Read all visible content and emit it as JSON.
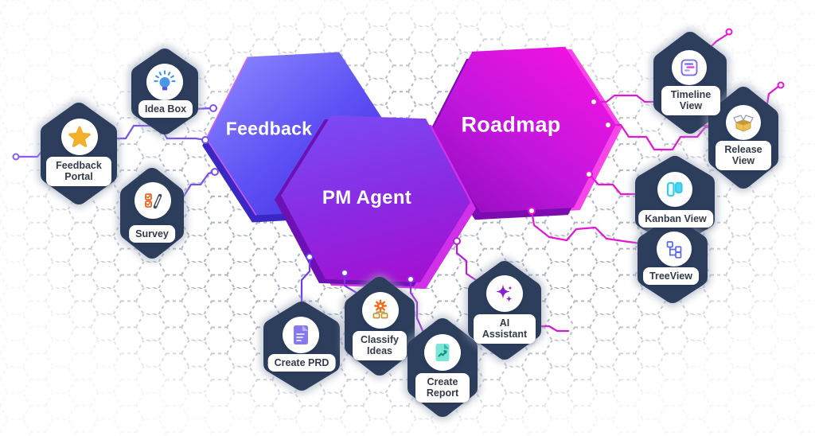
{
  "diagram": {
    "hexagons": [
      {
        "label": "Feedback",
        "gradient": [
          "#8f8afe",
          "#4330e0"
        ]
      },
      {
        "label": "PM Agent",
        "gradient": [
          "#7b4af4",
          "#a312d4"
        ]
      },
      {
        "label": "Roadmap",
        "gradient": [
          "#9a10c6",
          "#f716e4"
        ]
      }
    ],
    "nodes": [
      {
        "label": "Idea Box",
        "icon": "lightbulb-icon"
      },
      {
        "label": "Feedback Portal",
        "icon": "star-icon"
      },
      {
        "label": "Survey",
        "icon": "checklist-pencil-icon"
      },
      {
        "label": "Create PRD",
        "icon": "document-icon"
      },
      {
        "label": "Classify Ideas",
        "icon": "gear-classify-icon"
      },
      {
        "label": "Create Report",
        "icon": "report-document-icon"
      },
      {
        "label": "AI Assistant",
        "icon": "sparkles-icon"
      },
      {
        "label": "Timeline View",
        "icon": "timeline-card-icon"
      },
      {
        "label": "Release View",
        "icon": "open-box-icon"
      },
      {
        "label": "Kanban View",
        "icon": "kanban-board-icon"
      },
      {
        "label": "TreeView",
        "icon": "tree-structure-icon"
      }
    ],
    "colors": {
      "connector_violet": "#7a50f0",
      "connector_magenta": "#e316d8",
      "node_blob": "#2d3e5d",
      "node_halo": "#96a0b4",
      "mesh": "#99a1b3",
      "label_text": "#333a49",
      "star": "#f3b02c",
      "bulb": "#4a96e8",
      "survey_orange": "#ea6320",
      "prd_purple": "#8678f0",
      "gear_orange": "#f26a1c",
      "report_teal": "#7ce5d6",
      "sparkle_purple": "#8b21cc",
      "timeline_indigo": "#7468f2",
      "box_amber": "#ecc258",
      "kanban_cyan": "#35cbe8",
      "tree_indigo": "#5a68ee"
    }
  }
}
